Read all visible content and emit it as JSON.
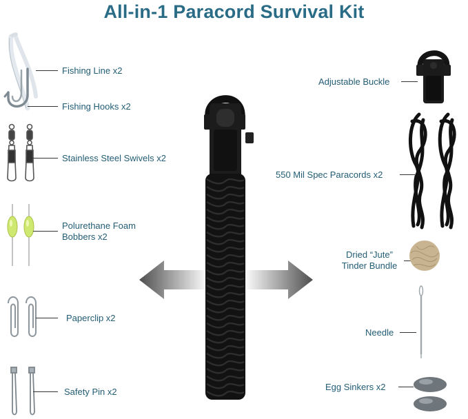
{
  "title": "All-in-1 Paracord Survival Kit",
  "left_items": [
    {
      "label": "Fishing Line x2"
    },
    {
      "label": "Fishing Hooks x2"
    },
    {
      "label": "Stainless Steel Swivels x2"
    },
    {
      "label_line1": "Polurethane Foam",
      "label_line2": "Bobbers x2"
    },
    {
      "label": "Paperclip x2"
    },
    {
      "label": "Safety Pin x2"
    }
  ],
  "right_items": [
    {
      "label": "Adjustable Buckle"
    },
    {
      "label": "550 Mil Spec Paracords x2"
    },
    {
      "label_line1": "Dried “Jute”",
      "label_line2": "Tinder Bundle"
    },
    {
      "label": "Needle"
    },
    {
      "label": "Egg Sinkers x2"
    }
  ],
  "colors": {
    "title": "#2a6c86",
    "label": "#235d75",
    "cord": "#111111",
    "bobber": "#cfe870",
    "tinder": "#c8b491",
    "arrow": "#6f6f6f"
  },
  "icons": [
    "fishing-line-icon",
    "fishing-hook-icon",
    "swivel-icon",
    "bobber-icon",
    "paperclip-icon",
    "safety-pin-icon",
    "paracord-keychain-icon",
    "shackle-buckle-icon",
    "paracord-bundle-icon",
    "tinder-bundle-icon",
    "needle-icon",
    "egg-sinker-icon",
    "left-arrow-icon",
    "right-arrow-icon"
  ]
}
